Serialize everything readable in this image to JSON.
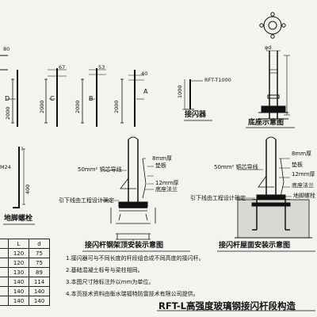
{
  "drawing_title": "RFT-L高强度玻璃钢接闪杆段构造",
  "top_left": {
    "dim_80": "80"
  },
  "rod_segments": [
    {
      "letter": "D",
      "dim_top": "",
      "dim_length": "2000"
    },
    {
      "letter": "C",
      "dim_top": "67",
      "dim_length": "2000"
    },
    {
      "letter": "B",
      "dim_top": "53",
      "dim_length": "2000"
    },
    {
      "letter": "A",
      "dim_top": "40",
      "dim_length": "2000"
    }
  ],
  "air_terminal": {
    "model": "RFT-T1000",
    "dim_height": "1000",
    "caption": "接闪器"
  },
  "base_detail": {
    "dim_phi": "φd",
    "caption": "底座示意图"
  },
  "anchor_bolt": {
    "dim_thread": "M24",
    "dim_length": "400",
    "caption": "地脚螺栓"
  },
  "steel_roof": {
    "labels": {
      "copper_lead": "50mm² 铜芯导线",
      "gasket": "垫板",
      "plate_8": "8mm厚",
      "plate_12": "12mm厚",
      "base_flange": "底座法兰",
      "down_conductor": "引下线由工程设计确定"
    },
    "caption": "接闪杆钢架顶安装示意图"
  },
  "concrete_roof": {
    "labels": {
      "copper_lead": "50mm² 铜芯导线",
      "plate_8": "8mm厚",
      "gasket": "垫板",
      "plate_12": "12mm厚",
      "base_flange": "底座法兰",
      "anchor_bolt": "地脚螺栓",
      "down_conductor": "引下线由工程设计确定"
    },
    "caption": "接闪杆屋面安装示意图"
  },
  "spec_table": {
    "headers": [
      "L",
      "d"
    ],
    "rows": [
      [
        "120",
        "75"
      ],
      [
        "120",
        "75"
      ],
      [
        "130",
        "89"
      ],
      [
        "140",
        "114"
      ],
      [
        "140",
        "140"
      ],
      [
        "140",
        "140"
      ]
    ]
  },
  "notes": [
    "1.接闪器可与不同长度的杆段组合成不同高度的接闪杆。",
    "2.基础混凝土标号与梁柱相同。",
    "3.本图尺寸除标注外以mm为单位。",
    "4.本页技术资料由衡水瑞福特防雷技术有限公司提供。"
  ]
}
